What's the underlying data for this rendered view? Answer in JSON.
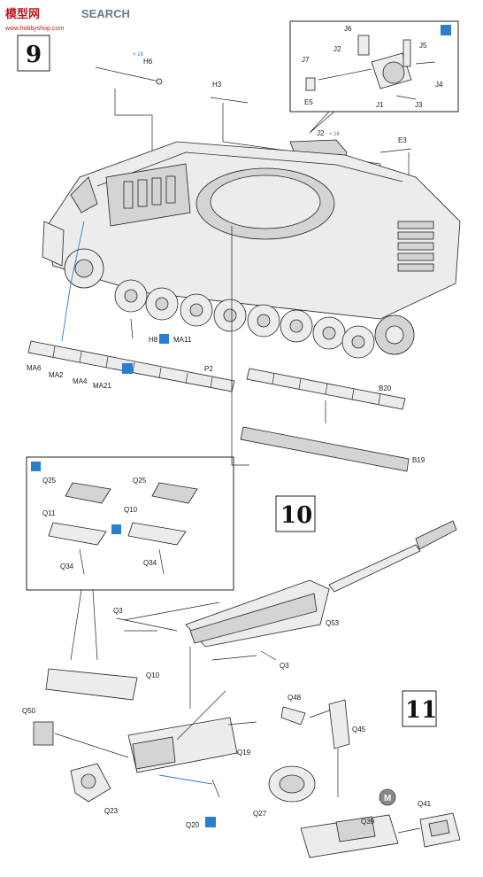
{
  "watermark": {
    "brand": "模型网",
    "search": "SEARCH",
    "url": "www.hobbyshop.com"
  },
  "steps": {
    "s9": "9",
    "s10": "10",
    "s11": "11"
  },
  "labels": {
    "H6": "H6",
    "H6_note": "× 16",
    "H3": "H3",
    "J6": "J6",
    "J2": "J2",
    "J5": "J5",
    "J7": "J7",
    "J4": "J4",
    "E5": "E5",
    "J1": "J1",
    "J3": "J3",
    "J2_note": "× 16",
    "E3": "E3",
    "H8": "H8",
    "MA11": "MA11",
    "MA6": "MA6",
    "MA2": "MA2",
    "MA4": "MA4",
    "MA21": "MA21",
    "P2": "P2",
    "B20": "B20",
    "B19": "B19",
    "Q25a": "Q25",
    "Q25b": "Q25",
    "Q11": "Q11",
    "Q10a": "Q10",
    "Q34a": "Q34",
    "Q34b": "Q34",
    "Q3a": "Q3",
    "Q53": "Q53",
    "Q3b": "Q3",
    "Q10b": "Q10",
    "Q50": "Q50",
    "Q48": "Q48",
    "Q45": "Q45",
    "Q19": "Q19",
    "Q23": "Q23",
    "Q20": "Q20",
    "Q27": "Q27",
    "Q39": "Q39",
    "Q41": "Q41",
    "M": "M"
  },
  "icons": [
    "tweezers-icon",
    "glue-icon",
    "pair-icon",
    "metal-part-icon"
  ]
}
